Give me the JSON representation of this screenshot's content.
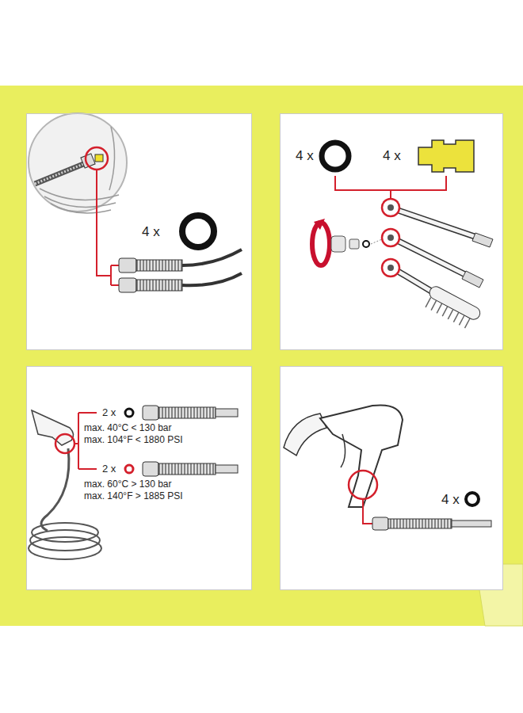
{
  "diagram": {
    "nodes": [
      {
        "text": [
          "4 x"
        ]
      },
      {
        "text": [
          "4 x",
          "4 x"
        ]
      },
      {
        "text": [
          "2 x",
          "max. 40°C < 130 bar",
          "max. 104°F < 1880 PSI",
          "2 x",
          "max. 60°C > 130 bar",
          "max. 140°F > 1885 PSI"
        ]
      },
      {
        "text": [
          "4 x"
        ]
      }
    ]
  }
}
